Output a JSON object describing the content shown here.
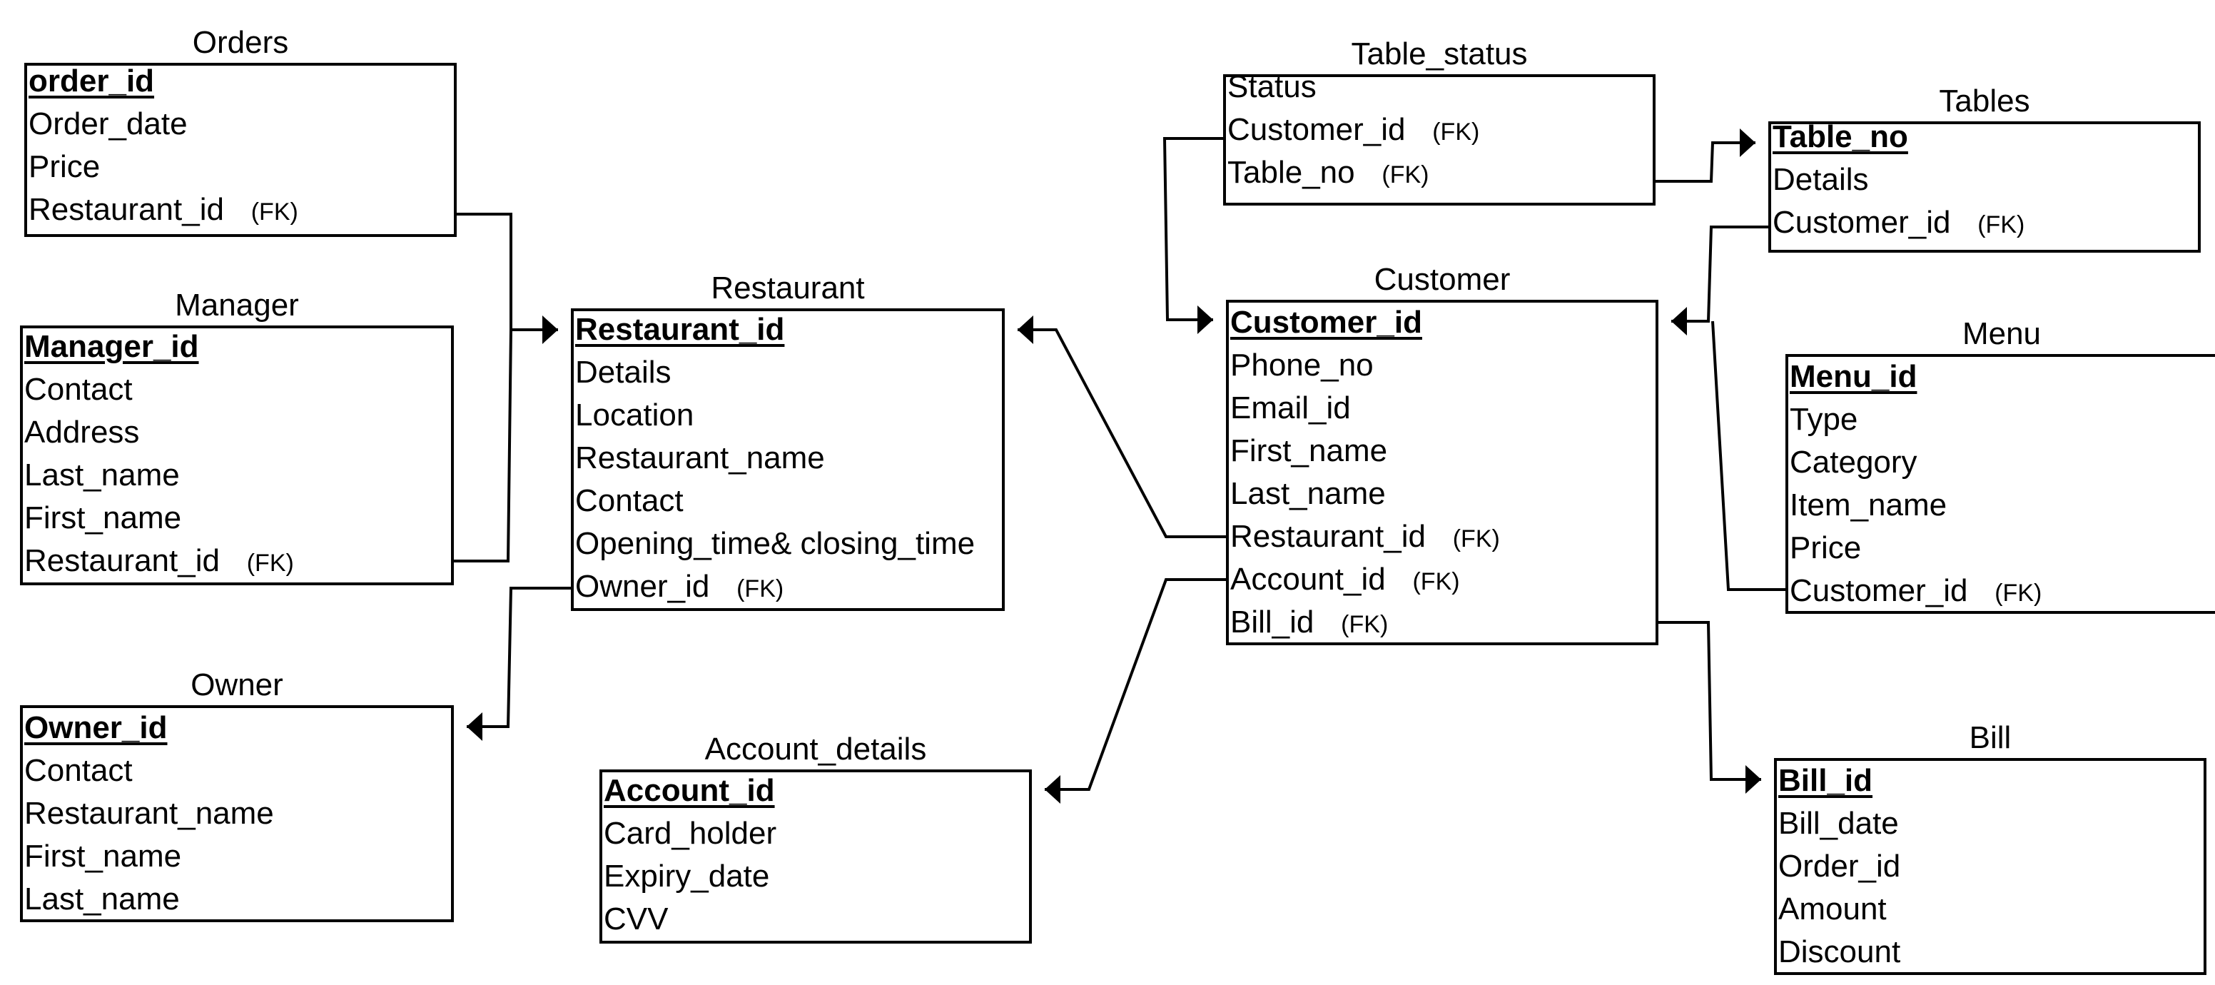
{
  "entities": [
    {
      "id": "orders",
      "title": "Orders",
      "attrs": [
        {
          "name": "order_id",
          "pk": true
        },
        {
          "name": "Order_date"
        },
        {
          "name": "Price"
        },
        {
          "name": "Restaurant_id",
          "fk": "(FK)"
        }
      ]
    },
    {
      "id": "manager",
      "title": "Manager",
      "attrs": [
        {
          "name": "Manager_id",
          "pk": true
        },
        {
          "name": "Contact"
        },
        {
          "name": "Address"
        },
        {
          "name": "Last_name"
        },
        {
          "name": "First_name"
        },
        {
          "name": "Restaurant_id",
          "fk": "(FK)"
        }
      ]
    },
    {
      "id": "owner",
      "title": "Owner",
      "attrs": [
        {
          "name": "Owner_id",
          "pk": true
        },
        {
          "name": "Contact"
        },
        {
          "name": "Restaurant_name"
        },
        {
          "name": "First_name"
        },
        {
          "name": "Last_name"
        }
      ]
    },
    {
      "id": "restaurant",
      "title": "Restaurant",
      "attrs": [
        {
          "name": "Restaurant_id",
          "pk": true
        },
        {
          "name": "Details"
        },
        {
          "name": "Location"
        },
        {
          "name": "Restaurant_name"
        },
        {
          "name": "Contact"
        },
        {
          "name": "Opening_time& closing_time"
        },
        {
          "name": "Owner_id",
          "fk": "(FK)"
        }
      ]
    },
    {
      "id": "account_details",
      "title": "Account_details",
      "attrs": [
        {
          "name": "Account_id",
          "pk": true
        },
        {
          "name": "Card_holder"
        },
        {
          "name": "Expiry_date"
        },
        {
          "name": "CVV"
        }
      ]
    },
    {
      "id": "table_status",
      "title": "Table_status",
      "attrs": [
        {
          "name": "Status"
        },
        {
          "name": "Customer_id",
          "fk": "(FK)"
        },
        {
          "name": "Table_no",
          "fk": "(FK)"
        }
      ]
    },
    {
      "id": "customer",
      "title": "Customer",
      "attrs": [
        {
          "name": "Customer_id",
          "pk": true
        },
        {
          "name": "Phone_no"
        },
        {
          "name": "Email_id"
        },
        {
          "name": "First_name"
        },
        {
          "name": "Last_name"
        },
        {
          "name": "Restaurant_id",
          "fk": "(FK)"
        },
        {
          "name": "Account_id",
          "fk": "(FK)"
        },
        {
          "name": "Bill_id",
          "fk": "(FK)"
        }
      ]
    },
    {
      "id": "tables",
      "title": "Tables",
      "attrs": [
        {
          "name": "Table_no",
          "pk": true
        },
        {
          "name": "Details"
        },
        {
          "name": "Customer_id",
          "fk": "(FK)"
        }
      ]
    },
    {
      "id": "menu",
      "title": "Menu",
      "attrs": [
        {
          "name": "Menu_id",
          "pk": true
        },
        {
          "name": "Type"
        },
        {
          "name": "Category"
        },
        {
          "name": "Item_name"
        },
        {
          "name": "Price"
        },
        {
          "name": "Customer_id",
          "fk": "(FK)"
        }
      ]
    },
    {
      "id": "bill",
      "title": "Bill",
      "attrs": [
        {
          "name": "Bill_id",
          "pk": true
        },
        {
          "name": "Bill_date"
        },
        {
          "name": "Order_id"
        },
        {
          "name": "Amount"
        },
        {
          "name": "Discount"
        }
      ]
    }
  ],
  "relationships": [
    {
      "from": "orders.Restaurant_id",
      "to": "restaurant.Restaurant_id"
    },
    {
      "from": "manager.Restaurant_id",
      "to": "restaurant.Restaurant_id"
    },
    {
      "from": "restaurant.Owner_id",
      "to": "owner.Owner_id"
    },
    {
      "from": "customer.Restaurant_id",
      "to": "restaurant.Restaurant_id"
    },
    {
      "from": "customer.Account_id",
      "to": "account_details.Account_id"
    },
    {
      "from": "table_status.Customer_id",
      "to": "customer.Customer_id"
    },
    {
      "from": "table_status.Table_no",
      "to": "tables.Table_no"
    },
    {
      "from": "tables.Customer_id",
      "to": "customer.Customer_id"
    },
    {
      "from": "menu.Customer_id",
      "to": "customer.Customer_id"
    },
    {
      "from": "customer.Bill_id",
      "to": "bill.Bill_id"
    }
  ]
}
